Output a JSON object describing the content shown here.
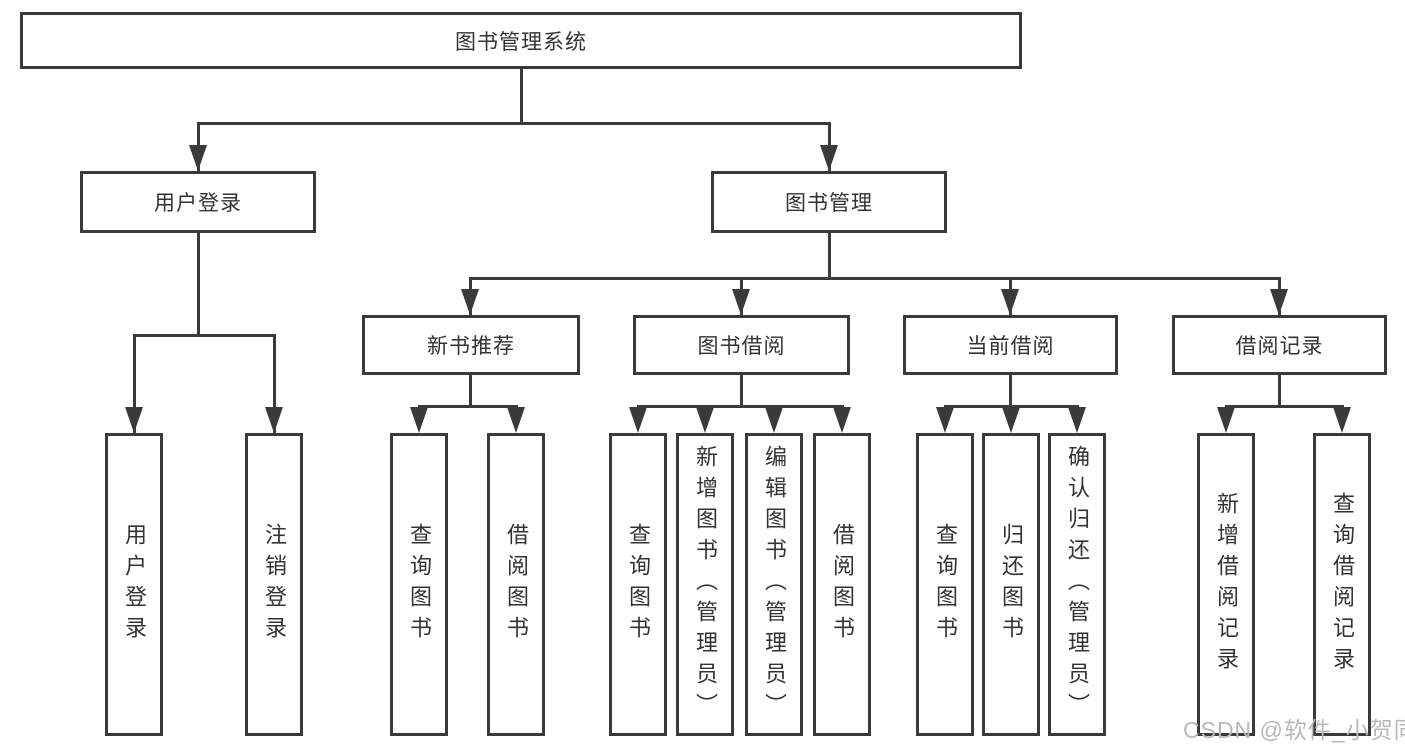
{
  "diagram": {
    "root": {
      "label": "图书管理系统"
    },
    "level2": [
      {
        "label": "用户登录"
      },
      {
        "label": "图书管理"
      }
    ],
    "level3": [
      {
        "label": "新书推荐",
        "parent": "图书管理"
      },
      {
        "label": "图书借阅",
        "parent": "图书管理"
      },
      {
        "label": "当前借阅",
        "parent": "图书管理"
      },
      {
        "label": "借阅记录",
        "parent": "图书管理"
      }
    ],
    "leaves": [
      {
        "label": "用户登录",
        "parent": "用户登录"
      },
      {
        "label": "注销登录",
        "parent": "用户登录"
      },
      {
        "label": "查询图书",
        "parent": "新书推荐"
      },
      {
        "label": "借阅图书",
        "parent": "新书推荐"
      },
      {
        "label": "查询图书",
        "parent": "图书借阅"
      },
      {
        "label": "新增图书（管理员）",
        "parent": "图书借阅"
      },
      {
        "label": "编辑图书（管理员）",
        "parent": "图书借阅"
      },
      {
        "label": "借阅图书",
        "parent": "图书借阅"
      },
      {
        "label": "查询图书",
        "parent": "当前借阅"
      },
      {
        "label": "归还图书",
        "parent": "当前借阅"
      },
      {
        "label": "确认归还（管理员）",
        "parent": "当前借阅"
      },
      {
        "label": "新增借阅记录",
        "parent": "借阅记录"
      },
      {
        "label": "查询借阅记录",
        "parent": "借阅记录"
      }
    ],
    "watermark": "CSDN @软件_小贺同学",
    "colors": {
      "line": "#3a3a3a",
      "box_fill": "#ffffff",
      "text": "#333333",
      "watermark": "#b9b9b9",
      "background": "#ffffff"
    }
  }
}
